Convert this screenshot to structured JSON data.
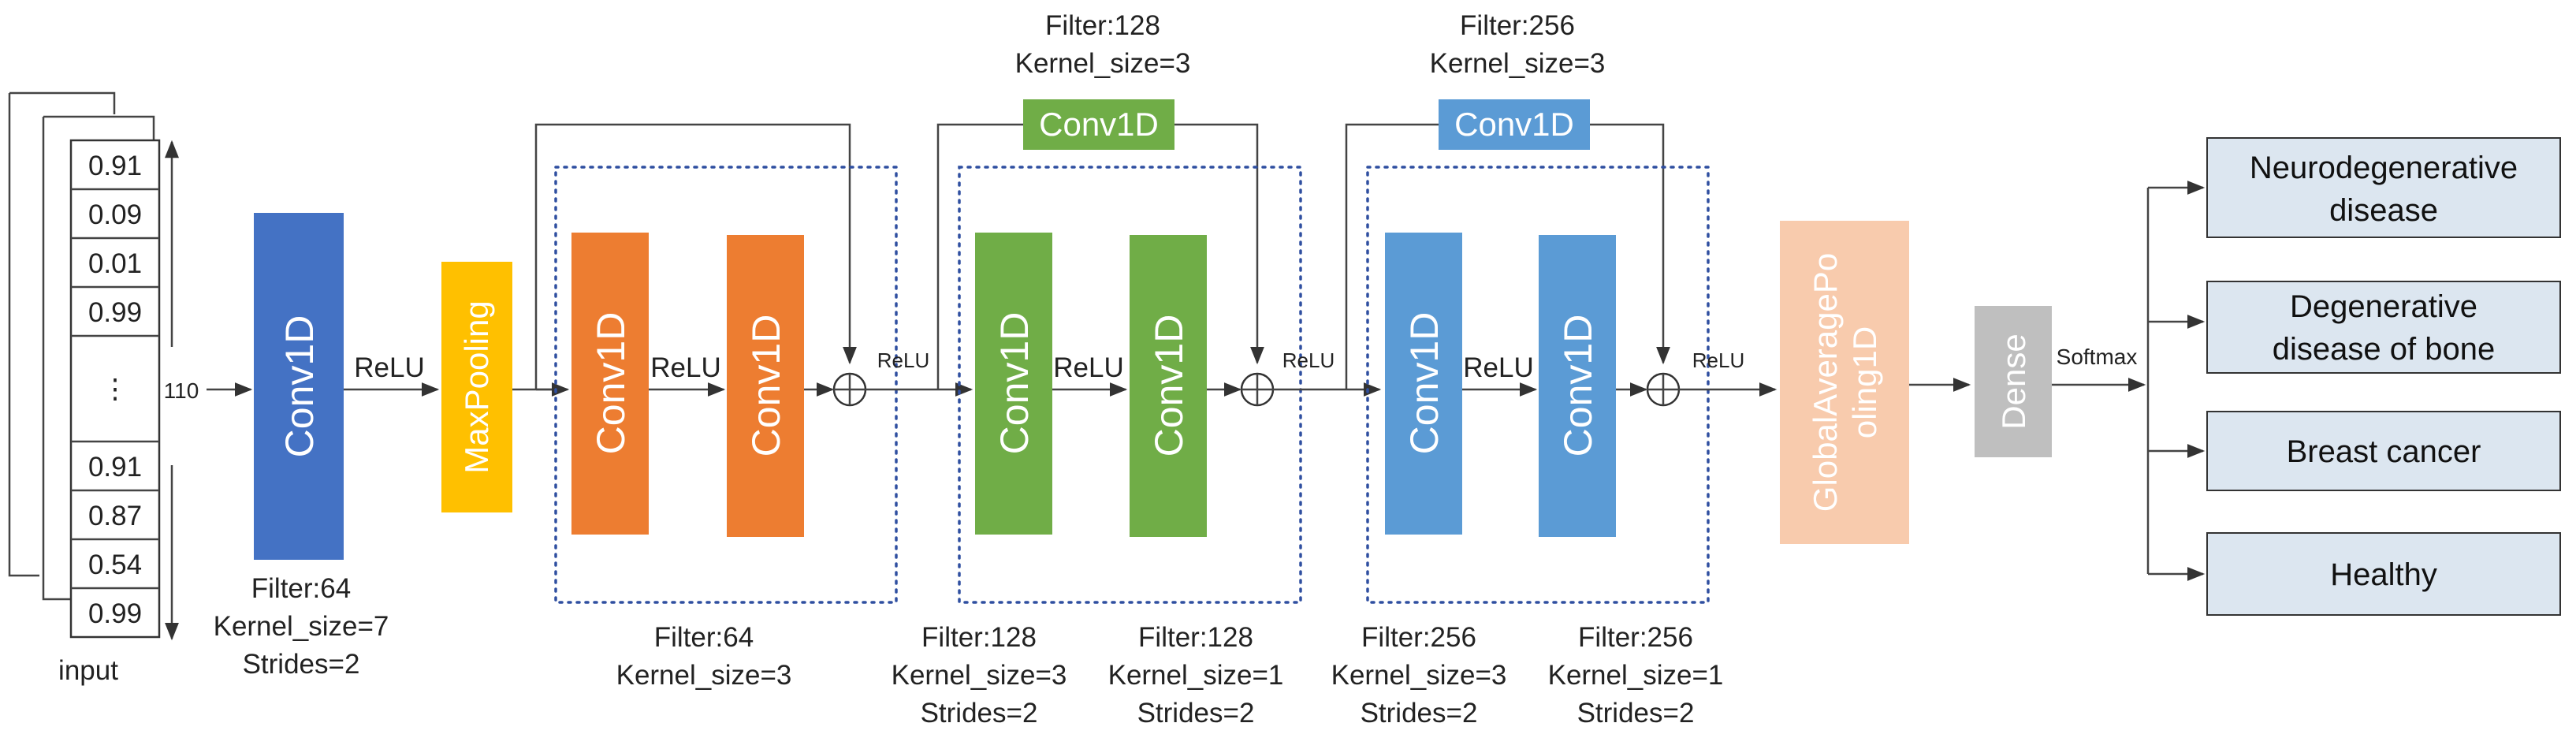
{
  "colors": {
    "blue_dark": "#4472c4",
    "orange": "#ed7d31",
    "green": "#70ad47",
    "blue_light": "#5b9bd5",
    "yellow": "#ffc000",
    "peach": "#f8cbad",
    "gray": "#bfbfbf",
    "output_fill": "#dce6f0"
  },
  "input": {
    "values_top": [
      "0.91",
      "0.09",
      "0.01",
      "0.99"
    ],
    "ellipsis": "⋮",
    "values_bottom": [
      "0.91",
      "0.87",
      "0.54",
      "0.99"
    ],
    "caption": "input",
    "length": "110"
  },
  "blocks": {
    "conv1d": "Conv1D",
    "maxpooling": "MaxPooling",
    "gap": [
      "GlobalAveragePo",
      "oling1D"
    ],
    "dense": "Dense"
  },
  "activations": {
    "relu": "ReLU",
    "softmax": "Softmax"
  },
  "params": {
    "stem": [
      "Filter:64",
      "Kernel_size=7",
      "Strides=2"
    ],
    "res1": [
      "Filter:64",
      "Kernel_size=3"
    ],
    "res2_shortcut": [
      "Filter:128",
      "Kernel_size=3"
    ],
    "res2_conv_a": [
      "Filter:128",
      "Kernel_size=3",
      "Strides=2"
    ],
    "res2_conv_b": [
      "Filter:128",
      "Kernel_size=1",
      "Strides=2"
    ],
    "res3_shortcut": [
      "Filter:256",
      "Kernel_size=3"
    ],
    "res3_conv_a": [
      "Filter:256",
      "Kernel_size=3",
      "Strides=2"
    ],
    "res3_conv_b": [
      "Filter:256",
      "Kernel_size=1",
      "Strides=2"
    ]
  },
  "outputs": [
    [
      "Neurodegenerative",
      "disease"
    ],
    [
      "Degenerative",
      "disease of bone"
    ],
    [
      "Breast cancer"
    ],
    [
      "Healthy"
    ]
  ]
}
